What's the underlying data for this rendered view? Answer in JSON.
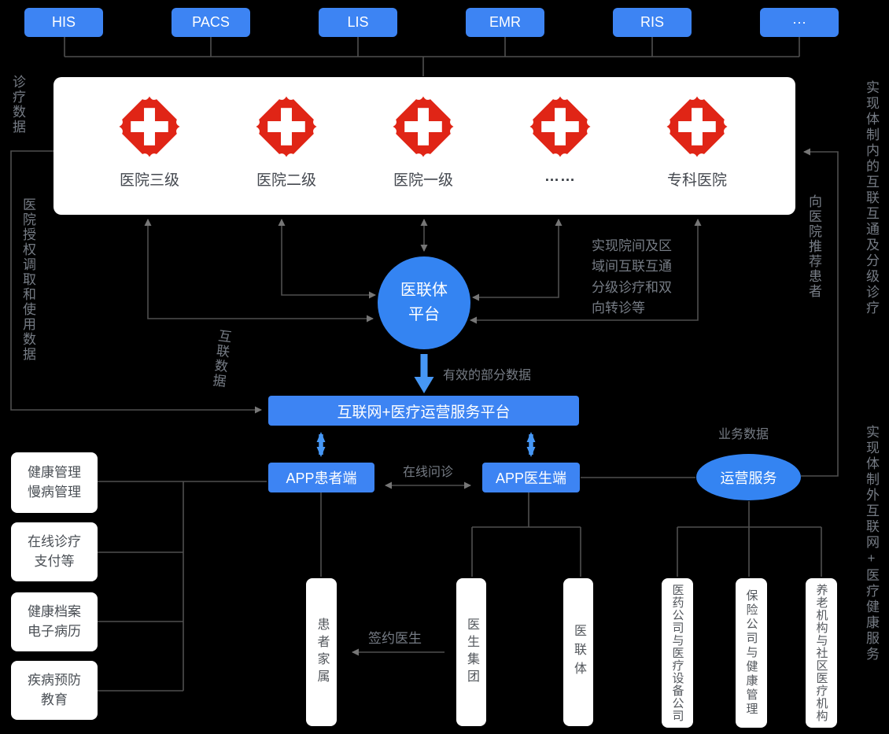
{
  "diagram": {
    "top_systems": [
      "HIS",
      "PACS",
      "LIS",
      "EMR",
      "RIS",
      "···"
    ],
    "hospital_panel": {
      "items": [
        "医院三级",
        "医院二级",
        "医院一级",
        "……",
        "专科医院"
      ]
    },
    "alliance_circle": "医联体\n平台",
    "service_bar": "互联网+医疗运营服务平台",
    "app_patient": "APP患者端",
    "app_doctor": "APP医生端",
    "operation_ellipse": "运营服务",
    "left_services": [
      "健康管理\n慢病管理",
      "在线诊疗\n支付等",
      "健康档案\n电子病历",
      "疾病预防\n教育"
    ],
    "bottom_entities": [
      "患者家属",
      "医生集团",
      "医联体",
      "医药公司与医疗设备公司",
      "保险公司与健康管理",
      "养老机构与社区医疗机构"
    ],
    "labels": {
      "clinic_data": "诊疗数据",
      "hospital_auth": "医院授权调取和使用数据",
      "interconnect_data": "互联数据",
      "effective_data": "有效的部分数据",
      "online_consult": "在线问诊",
      "business_data": "业务数据",
      "inter_hospital_note": "实现院间及区\n域间互联互通\n分级诊疗和双\n向转诊等",
      "refer_patients": "向医院推荐患者",
      "in_system_note": "实现体制内的互联互通及分级诊疗",
      "out_system_note": "实现体制外互联网+医疗健康服务",
      "signed_doctor": "签约医生"
    },
    "colors": {
      "accent": "#3d84f3",
      "red": "#e02516",
      "line": "#4f4f4f"
    }
  }
}
